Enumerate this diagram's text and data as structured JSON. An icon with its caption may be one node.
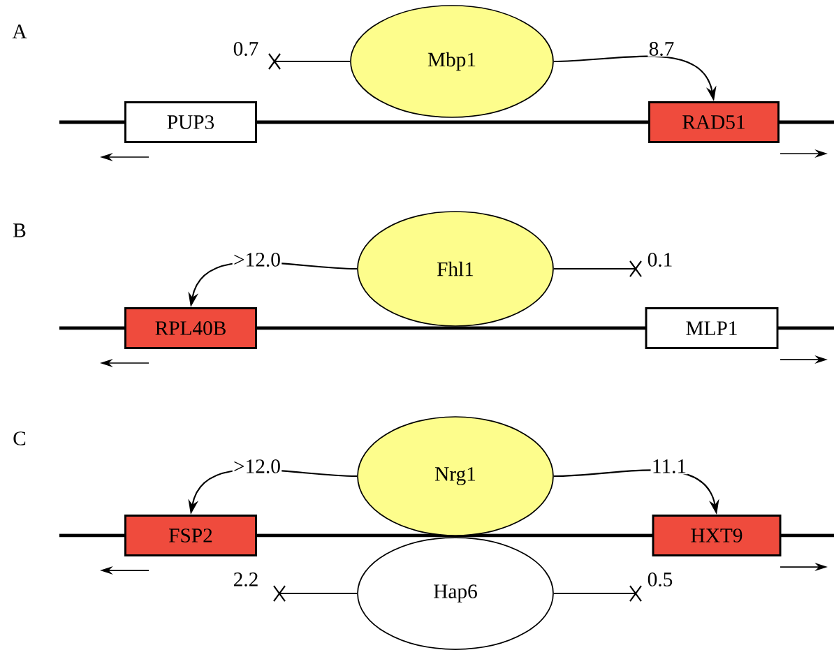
{
  "diagram": {
    "nodes": [
      {
        "text": [
          "Mbp1"
        ]
      },
      {
        "text": [
          "PUP3"
        ]
      },
      {
        "text": [
          "RAD51"
        ]
      },
      {
        "text": [
          "Fhl1"
        ]
      },
      {
        "text": [
          "RPL40B"
        ]
      },
      {
        "text": [
          "MLP1"
        ]
      },
      {
        "text": [
          "Nrg1"
        ]
      },
      {
        "text": [
          "FSP2"
        ]
      },
      {
        "text": [
          "HXT9"
        ]
      },
      {
        "text": [
          "Hap6"
        ]
      }
    ],
    "edges": [
      {
        "from": 0,
        "to": null,
        "arrow": "none",
        "label": "0.7"
      },
      {
        "from": 0,
        "to": 2,
        "arrow": "to",
        "label": "8.7"
      },
      {
        "from": 3,
        "to": 4,
        "arrow": "to",
        "label": ">12.0"
      },
      {
        "from": 3,
        "to": null,
        "arrow": "none",
        "label": "0.1"
      },
      {
        "from": 6,
        "to": 7,
        "arrow": "to",
        "label": ">12.0"
      },
      {
        "from": 6,
        "to": 8,
        "arrow": "to",
        "label": "11.1"
      },
      {
        "from": 9,
        "to": null,
        "arrow": "none",
        "label": "2.2"
      },
      {
        "from": 9,
        "to": null,
        "arrow": "none",
        "label": "0.5"
      }
    ],
    "labels": [
      "A",
      "B",
      "C"
    ]
  }
}
